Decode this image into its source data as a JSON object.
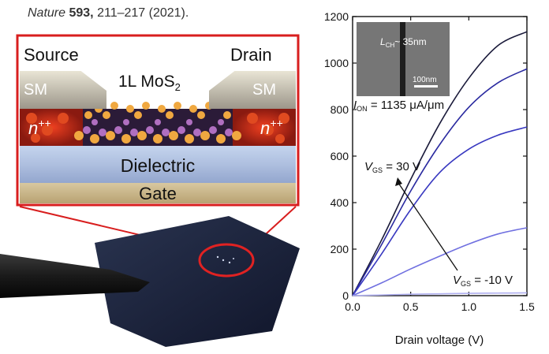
{
  "citation": {
    "journal": "Nature",
    "volume": "593,",
    "pages": "211–217 (2021)."
  },
  "device": {
    "source_label": "Source",
    "drain_label": "Drain",
    "sm_left": "SM",
    "sm_right": "SM",
    "material": "1L MoS",
    "material_sub": "2",
    "doping_left": "n",
    "doping_left_sup": "++",
    "doping_right": "n",
    "doping_right_sup": "++",
    "dielectric_label": "Dielectric",
    "gate_label": "Gate"
  },
  "chart_data": {
    "type": "line",
    "xlabel": "Drain voltage (V)",
    "ylabel": "",
    "xlim": [
      0,
      1.5
    ],
    "ylim": [
      0,
      1200
    ],
    "x_ticks": [
      "0.0",
      "0.5",
      "1.0",
      "1.5"
    ],
    "y_ticks": [
      "0",
      "200",
      "400",
      "600",
      "800",
      "1000",
      "1200"
    ],
    "grid": false,
    "x": [
      0,
      0.25,
      0.5,
      0.75,
      1.0,
      1.25,
      1.5
    ],
    "series": [
      {
        "values": [
          0,
          240,
          500,
          740,
          935,
          1075,
          1135
        ],
        "color": "#1a1a3a"
      },
      {
        "values": [
          0,
          220,
          450,
          650,
          810,
          915,
          975
        ],
        "color": "#2a2aa0"
      },
      {
        "values": [
          0,
          180,
          370,
          530,
          630,
          690,
          725
        ],
        "color": "#3838c0"
      },
      {
        "values": [
          0,
          55,
          115,
          170,
          222,
          265,
          292
        ],
        "color": "#7070e0"
      },
      {
        "values": [
          0,
          3,
          6,
          8,
          10,
          11,
          12
        ],
        "color": "#b0b0f0"
      }
    ],
    "annotations": {
      "ion_label": "I",
      "ion_sub": "ON",
      "ion_value": " = 1135 μA/μm",
      "vgs_high": "V",
      "vgs_high_sub": "GS",
      "vgs_high_value": " = 30 V",
      "vgs_low": "V",
      "vgs_low_sub": "GS",
      "vgs_low_value": " = -10 V",
      "inset_lch": "L",
      "inset_lch_sub": "CH",
      "inset_lch_value": "~ 35nm",
      "inset_scale": "100nm"
    }
  }
}
